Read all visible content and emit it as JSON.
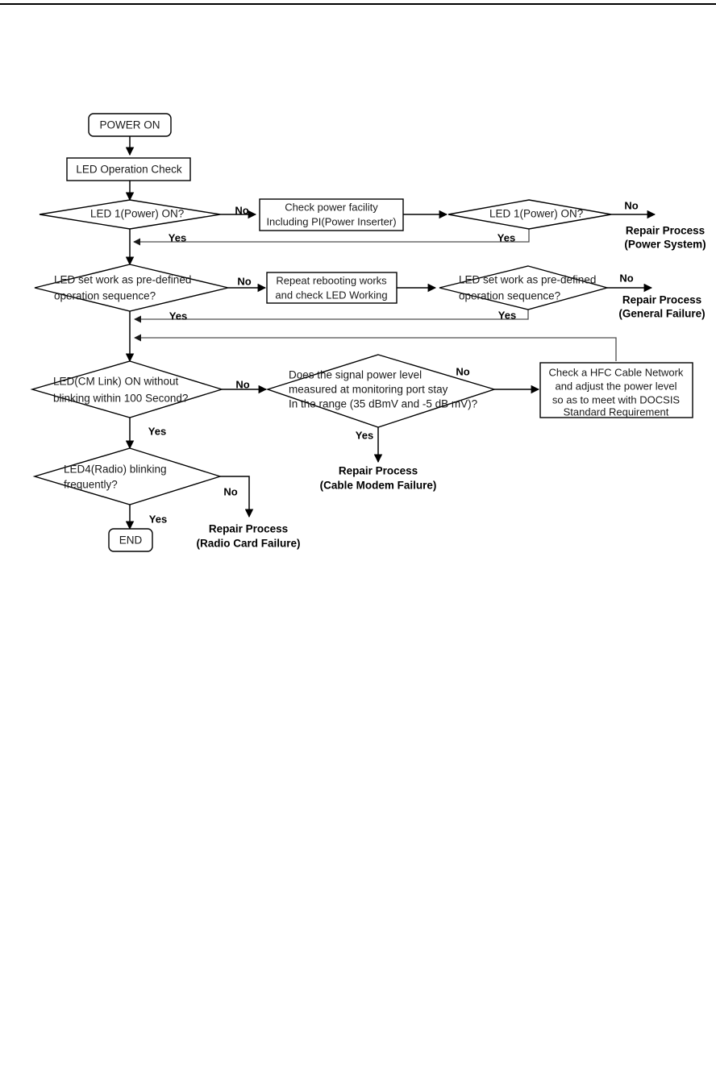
{
  "document": {
    "type": "troubleshooting-flowchart",
    "title": "LED Operation Troubleshooting Flowchart",
    "has_top_rule": true
  },
  "nodes": {
    "start": {
      "id": "start",
      "shape": "terminator",
      "label": "POWER ON"
    },
    "led_check": {
      "id": "led_check",
      "shape": "process",
      "label": "LED Operation Check"
    },
    "d1": {
      "id": "d1",
      "shape": "decision",
      "lines": [
        "LED 1(Power) ON?"
      ]
    },
    "p1": {
      "id": "p1",
      "shape": "process",
      "lines": [
        "Check power facility",
        "Including PI(Power Inserter)"
      ]
    },
    "d1b": {
      "id": "d1b",
      "shape": "decision",
      "lines": [
        "LED 1(Power) ON?"
      ]
    },
    "out1": {
      "id": "out1",
      "shape": "outcome",
      "lines": [
        "Repair Process",
        "(Power System)"
      ]
    },
    "d2": {
      "id": "d2",
      "shape": "decision",
      "lines": [
        "LED set work as pre-defined",
        "operation sequence?"
      ]
    },
    "p2": {
      "id": "p2",
      "shape": "process",
      "lines": [
        "Repeat rebooting works",
        "and check LED Working"
      ]
    },
    "d2b": {
      "id": "d2b",
      "shape": "decision",
      "lines": [
        "LED set work as pre-defined",
        "operation sequence?"
      ]
    },
    "out2": {
      "id": "out2",
      "shape": "outcome",
      "lines": [
        "Repair Process",
        "(General Failure)"
      ]
    },
    "d3": {
      "id": "d3",
      "shape": "decision",
      "lines": [
        "LED(CM Link) ON without",
        "blinking within 100 Second?"
      ]
    },
    "d4": {
      "id": "d4",
      "shape": "decision",
      "lines": [
        "Does the signal power level",
        "measured at monitoring port stay",
        "In the range (35 dBmV and -5 dB mV)?"
      ]
    },
    "p3": {
      "id": "p3",
      "shape": "process",
      "lines": [
        "Check a HFC Cable Network",
        "and adjust the power level",
        "so as to meet with DOCSIS",
        "Standard Requirement"
      ]
    },
    "out3": {
      "id": "out3",
      "shape": "outcome",
      "lines": [
        "Repair Process",
        "(Cable Modem Failure)"
      ]
    },
    "d5": {
      "id": "d5",
      "shape": "decision",
      "lines": [
        "LED4(Radio) blinking",
        "frequently?"
      ]
    },
    "out4": {
      "id": "out4",
      "shape": "outcome",
      "lines": [
        "Repair Process",
        "(Radio Card Failure)"
      ]
    },
    "end": {
      "id": "end",
      "shape": "terminator",
      "label": "END"
    }
  },
  "edge_labels": {
    "d1_no": "No",
    "d1_yes": "Yes",
    "d1b_no": "No",
    "d1b_yes": "Yes",
    "d2_no": "No",
    "d2_yes": "Yes",
    "d2b_no": "No",
    "d2b_yes": "Yes",
    "d3_no": "No",
    "d3_yes": "Yes",
    "d4_no": "No",
    "d4_yes": "Yes",
    "d5_no": "No",
    "d5_yes": "Yes"
  },
  "colors": {
    "stroke": "#000000",
    "stroke_light": "#4d4d4d",
    "fill": "#ffffff",
    "text": "#1a1a1a",
    "label_text": "#000000",
    "page_background": "#ffffff"
  }
}
